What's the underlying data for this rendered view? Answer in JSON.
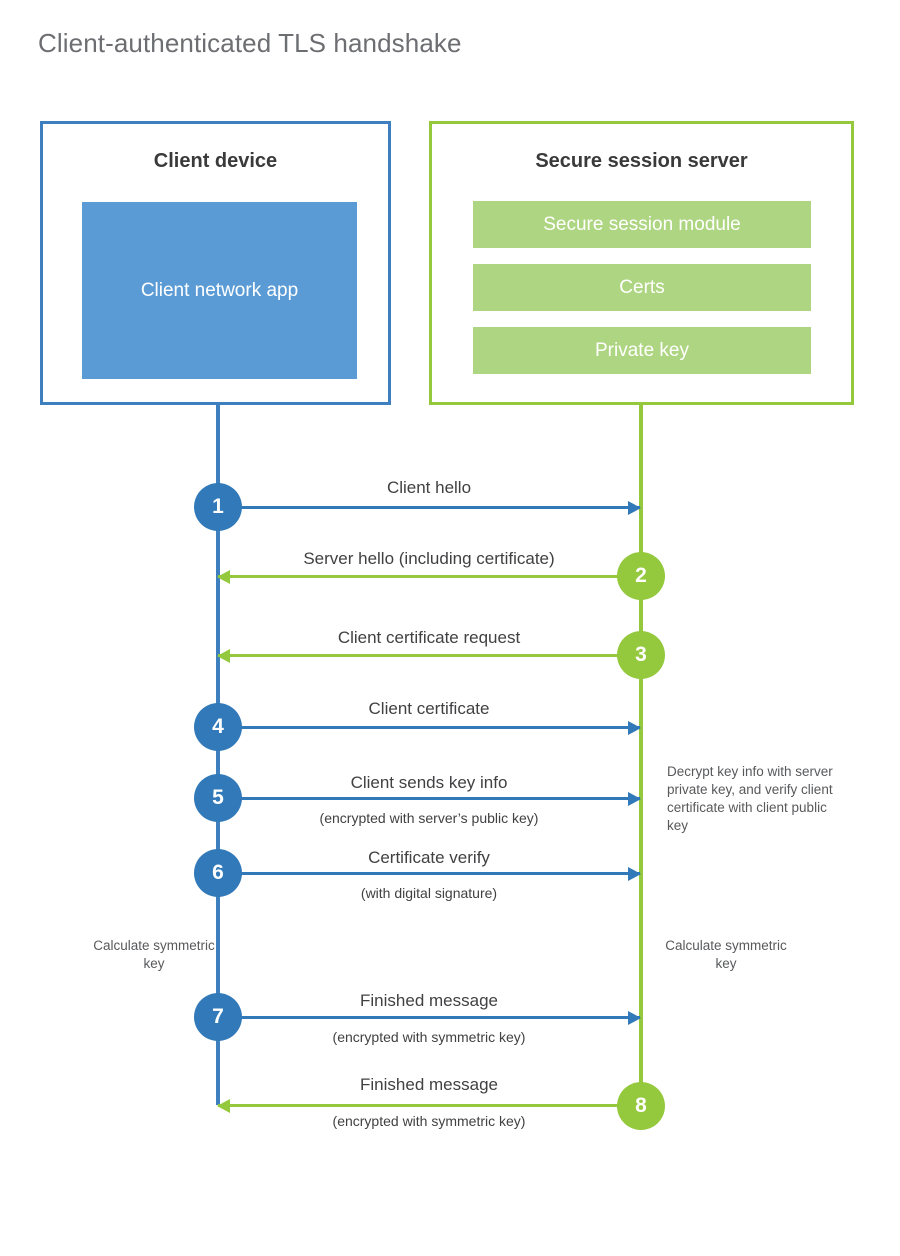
{
  "title": "Client-authenticated TLS handshake",
  "colors": {
    "client_blue": "#3179b8",
    "client_border_blue": "#3d7fbf",
    "client_app_fill": "#5b9bd5",
    "server_green": "#94c83d",
    "server_module_fill": "#aed581",
    "title_gray": "#6d6e71",
    "text_gray": "#414042"
  },
  "client": {
    "title": "Client device",
    "app_label": "Client network app"
  },
  "server": {
    "title": "Secure session server",
    "modules": [
      {
        "label": "Secure session module"
      },
      {
        "label": "Certs"
      },
      {
        "label": "Private key"
      }
    ]
  },
  "steps": [
    {
      "number": "1",
      "side": "client",
      "direction": "to-server",
      "label": "Client hello",
      "sublabel": ""
    },
    {
      "number": "2",
      "side": "server",
      "direction": "to-client",
      "label": "Server hello (including certificate)",
      "sublabel": ""
    },
    {
      "number": "3",
      "side": "server",
      "direction": "to-client",
      "label": "Client certificate request",
      "sublabel": ""
    },
    {
      "number": "4",
      "side": "client",
      "direction": "to-server",
      "label": "Client certificate",
      "sublabel": ""
    },
    {
      "number": "5",
      "side": "client",
      "direction": "to-server",
      "label": "Client sends key info",
      "sublabel": "(encrypted with server’s public key)"
    },
    {
      "number": "6",
      "side": "client",
      "direction": "to-server",
      "label": "Certificate verify",
      "sublabel": "(with digital signature)"
    },
    {
      "number": "7",
      "side": "client",
      "direction": "to-server",
      "label": "Finished message",
      "sublabel": "(encrypted with symmetric key)"
    },
    {
      "number": "8",
      "side": "server",
      "direction": "to-client",
      "label": "Finished message",
      "sublabel": "(encrypted with symmetric key)"
    }
  ],
  "notes": {
    "server_decrypt": "Decrypt key info with server private key, and verify client certificate with client public key",
    "client_symmetric_key": "Calculate symmetric key",
    "server_symmetric_key": "Calculate symmetric key"
  }
}
